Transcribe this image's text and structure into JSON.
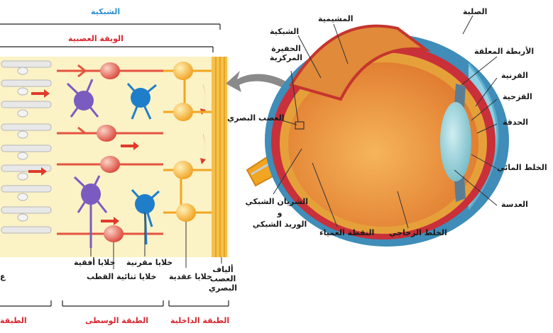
{
  "retina": {
    "title": "الشبكية",
    "neural_layer": "الويقة العصبية",
    "cells": {
      "horizontal": "خلايا أفقية",
      "amacrine": "خلايا مقرنية",
      "bipolar": "خلايا ثنائية القطب",
      "ganglion": "خلايا عقدية",
      "optic_fibers": "ألياف العصب البصري"
    },
    "layers": {
      "inner": "الطبقة الداخلية",
      "middle": "الطبقة الوسطى",
      "outer": "الطبقة"
    },
    "partial_label": "ع"
  },
  "eye": {
    "sclera": "الصلبة",
    "choroid": "المشيمية",
    "retina": "الشبكية",
    "fovea": "الحفيرة المركزية",
    "suspensory": "الأربطة المعلقة",
    "cornea": "القرنية",
    "iris": "القزحية",
    "pupil": "الحدقة",
    "aqueous": "الخلط المائي",
    "lens": "العدسة",
    "vitreous": "الخلط الزجاجي",
    "blind_spot": "النقطة العمياء",
    "optic_nerve": "العصب البصري",
    "artery": "الشريان الشبكي",
    "and": "و",
    "vein": "الوريد الشبكي"
  },
  "colors": {
    "panel_bg": "#fbf2c6",
    "neuron_red": "#e4533f",
    "ganglion_orange": "#f2a521",
    "horizontal_purple": "#7a5cc0",
    "amacrine_blue": "#1f7ec9",
    "label_red": "#d8262f",
    "label_blue": "#2a8fd0"
  }
}
